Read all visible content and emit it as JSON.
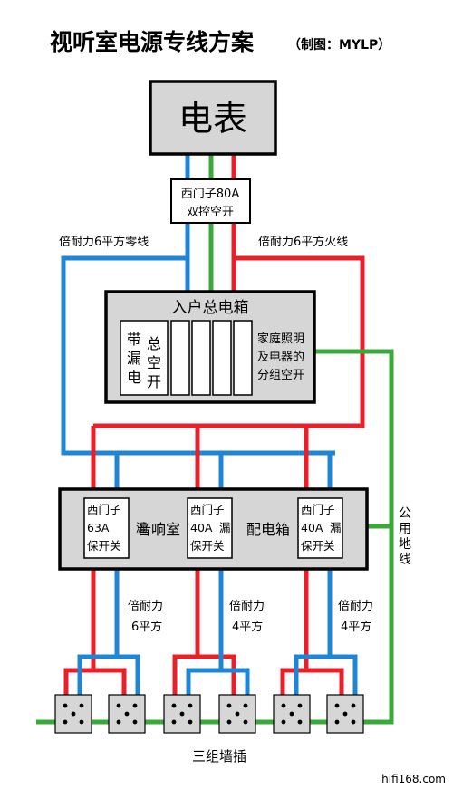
{
  "title": "视听室电源专线方案",
  "credit": "（制图：MYLP）",
  "meter": {
    "label": "电表"
  },
  "main_switch": {
    "line1": "西门子80A",
    "line2": "双控空开"
  },
  "neutral_label": "倍耐力6平方零线",
  "live_label": "倍耐力6平方火线",
  "entry_box": {
    "title": "入户总电箱",
    "leakage_breaker": {
      "col1": [
        "带",
        "漏",
        "电"
      ],
      "col2": [
        "总",
        "空",
        "开"
      ]
    },
    "branch_label": [
      "家庭照明",
      "及电器的",
      "分组空开"
    ]
  },
  "ground_label": [
    "公",
    "用",
    "地",
    "线"
  ],
  "audio_box": {
    "label_left": "音响室",
    "label_right": "配电箱",
    "breakers": [
      {
        "brand": "西门子",
        "rating": "63A",
        "type": "漏",
        "type2": "保开关"
      },
      {
        "brand": "西门子",
        "rating": "40A",
        "type": "漏",
        "type2": "保开关"
      },
      {
        "brand": "西门子",
        "rating": "40A",
        "type": "漏",
        "type2": "保开关"
      }
    ]
  },
  "cables": [
    {
      "brand": "倍耐力",
      "size": "6平方"
    },
    {
      "brand": "倍耐力",
      "size": "4平方"
    },
    {
      "brand": "倍耐力",
      "size": "4平方"
    }
  ],
  "outlets_label": "三组墙插",
  "watermark": "hifi168.com",
  "colors": {
    "live": "#e8202a",
    "neutral": "#1f86d6",
    "ground": "#3aa83a",
    "box_fill": "#d6d6d6"
  }
}
